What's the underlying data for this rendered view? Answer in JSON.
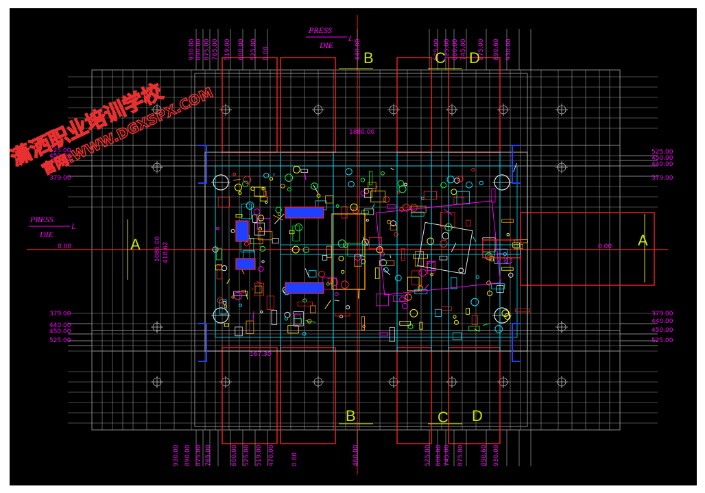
{
  "watermark": {
    "line1": "潇洒职业培训学校",
    "line2": "官网:WWW.DGXSPX.COM"
  },
  "press_label": {
    "press": "PRESS",
    "die": "DIE",
    "symbol": "L"
  },
  "section_letters": [
    "A",
    "B",
    "C",
    "D"
  ],
  "top_dims": [
    "930.00",
    "890.00",
    "875.00",
    "765.00",
    "519.00",
    "600.00",
    "525.00",
    "0.00",
    "440.00",
    "525.00",
    "525.00",
    "600.00",
    "745.00",
    "875.00",
    "890.60",
    "930.00"
  ],
  "bottom_dims": [
    "930.00",
    "890.00",
    "875.00",
    "765.00",
    "600.00",
    "525.00",
    "519.00",
    "470.00",
    "0.00",
    "460.00",
    "525.00",
    "600.00",
    "745.00",
    "875.00",
    "890.60",
    "930.00"
  ],
  "left_dims": [
    "525.00",
    "450.00",
    "440.00",
    "379.00",
    "0.00",
    "379.00",
    "440.00",
    "450.00",
    "525.00"
  ],
  "right_dims": [
    "525.00",
    "450.00",
    "440.00",
    "379.00",
    "0.00",
    "379.00",
    "440.00",
    "450.00",
    "525.00"
  ],
  "inner_dims": {
    "width": "1880.00",
    "height_a": "1086.00",
    "height_b": "418.62",
    "small": "167.30"
  },
  "colors": {
    "bg": "#000000",
    "red": "#ff2020",
    "magenta": "#ff00ff",
    "cyan": "#00e6ff",
    "yellow": "#ffff00",
    "green": "#00ff40",
    "white": "#e6e6e6",
    "grey": "#8c8c8c",
    "blue": "#2040ff",
    "section": "#c8e600"
  }
}
